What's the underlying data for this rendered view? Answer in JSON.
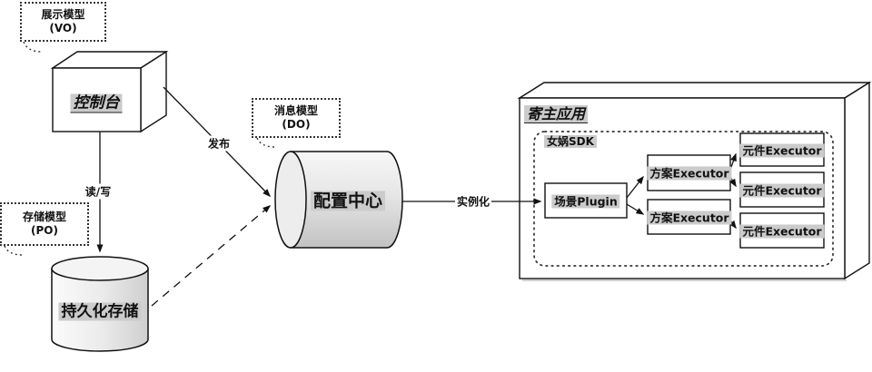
{
  "diagram": {
    "notes": {
      "vo": {
        "title": "展示模型",
        "code": "(VO)"
      },
      "po": {
        "title": "存储模型",
        "code": "(PO)"
      },
      "do": {
        "title": "消息模型",
        "code": "(DO)"
      }
    },
    "nodes": {
      "console": {
        "label": "控制台"
      },
      "storage": {
        "label": "持久化存储"
      },
      "config": {
        "label": "配置中心"
      },
      "host": {
        "label": "寄主应用"
      },
      "sdk": {
        "label": "女娲SDK"
      },
      "scene": {
        "label": "场景Plugin"
      },
      "plan1": {
        "label": "方案Executor"
      },
      "plan2": {
        "label": "方案Executor"
      },
      "unit1": {
        "label": "元件Executor"
      },
      "unit2": {
        "label": "元件Executor"
      },
      "unit3": {
        "label": "元件Executor"
      }
    },
    "edges": {
      "read_write": {
        "label": "读/写"
      },
      "publish": {
        "label": "发布"
      },
      "instantiate": {
        "label": "实例化"
      }
    },
    "colors": {
      "highlight": "#cbcbcb",
      "stroke": "#111111"
    }
  }
}
